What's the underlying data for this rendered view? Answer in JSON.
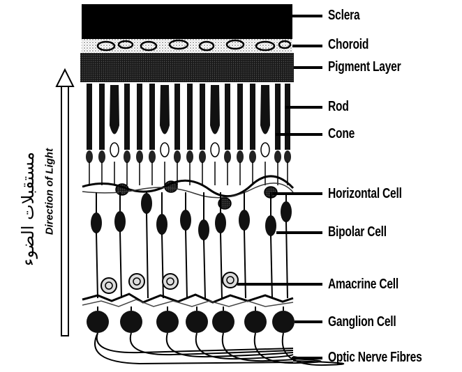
{
  "figure": {
    "side_label_arabic": "مستقبلات الضوء",
    "direction_label": "Direction of Light",
    "arrow_direction": "up",
    "layers": [
      {
        "id": "sclera",
        "label": "Sclera"
      },
      {
        "id": "choroid",
        "label": "Choroid"
      },
      {
        "id": "pigment",
        "label": "Pigment Layer"
      },
      {
        "id": "rod",
        "label": "Rod"
      },
      {
        "id": "cone",
        "label": "Cone"
      },
      {
        "id": "horizontal",
        "label": "Horizontal Cell"
      },
      {
        "id": "bipolar",
        "label": "Bipolar Cell"
      },
      {
        "id": "amacrine",
        "label": "Amacrine Cell"
      },
      {
        "id": "ganglion",
        "label": "Ganglion Cell"
      },
      {
        "id": "optic",
        "label": "Optic Nerve Fibres"
      }
    ],
    "colors": {
      "ink": "#000000",
      "background": "#ffffff",
      "cell_fill": "#111111",
      "halftone": "#9a9a9a"
    }
  }
}
